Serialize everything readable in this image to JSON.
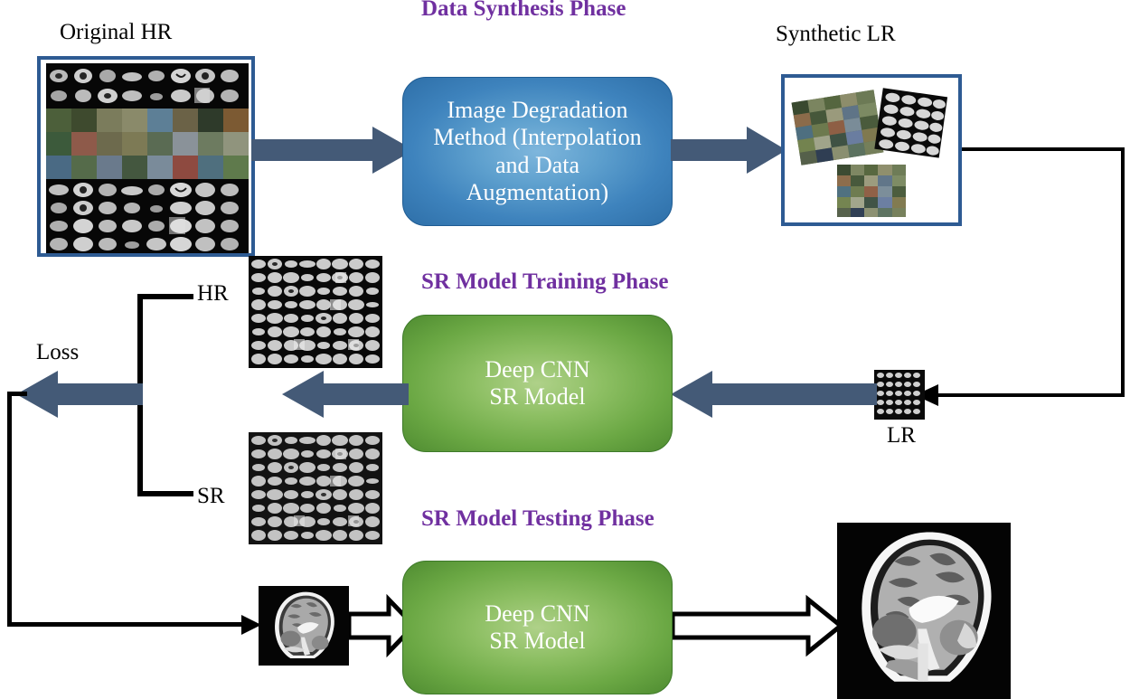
{
  "titles": {
    "data_synthesis": "Data Synthesis Phase",
    "training": "SR Model Training Phase",
    "testing": "SR Model Testing Phase"
  },
  "labels": {
    "original_hr": "Original HR",
    "synthetic_lr": "Synthetic LR",
    "hr": "HR",
    "sr": "SR",
    "lr": "LR",
    "loss": "Loss"
  },
  "boxes": {
    "degradation": "Image Degradation Method (Interpolation and Data Augmentation)",
    "cnn_train": "Deep CNN\nSR Model",
    "cnn_test": "Deep CNN\nSR Model"
  },
  "box_lines": {
    "degradation": [
      "Image Degradation",
      "Method (Interpolation",
      "and Data",
      "Augmentation)"
    ],
    "cnn_train": [
      "Deep CNN",
      "SR Model"
    ],
    "cnn_test": [
      "Deep CNN",
      "SR Model"
    ]
  },
  "colors": {
    "title_purple": "#7030A0",
    "arrow_slate": "#445A77",
    "frame_blue": "#2E5B93",
    "box_blue": "#3E83BD",
    "box_green": "#6AA644",
    "line_black": "#000000",
    "text_white": "#FFFFFF"
  },
  "icons": {
    "hr_dataset": "hr-image-grid-icon",
    "lr_dataset": "lr-image-grid-icon",
    "brain_mri": "brain-mri-icon"
  }
}
